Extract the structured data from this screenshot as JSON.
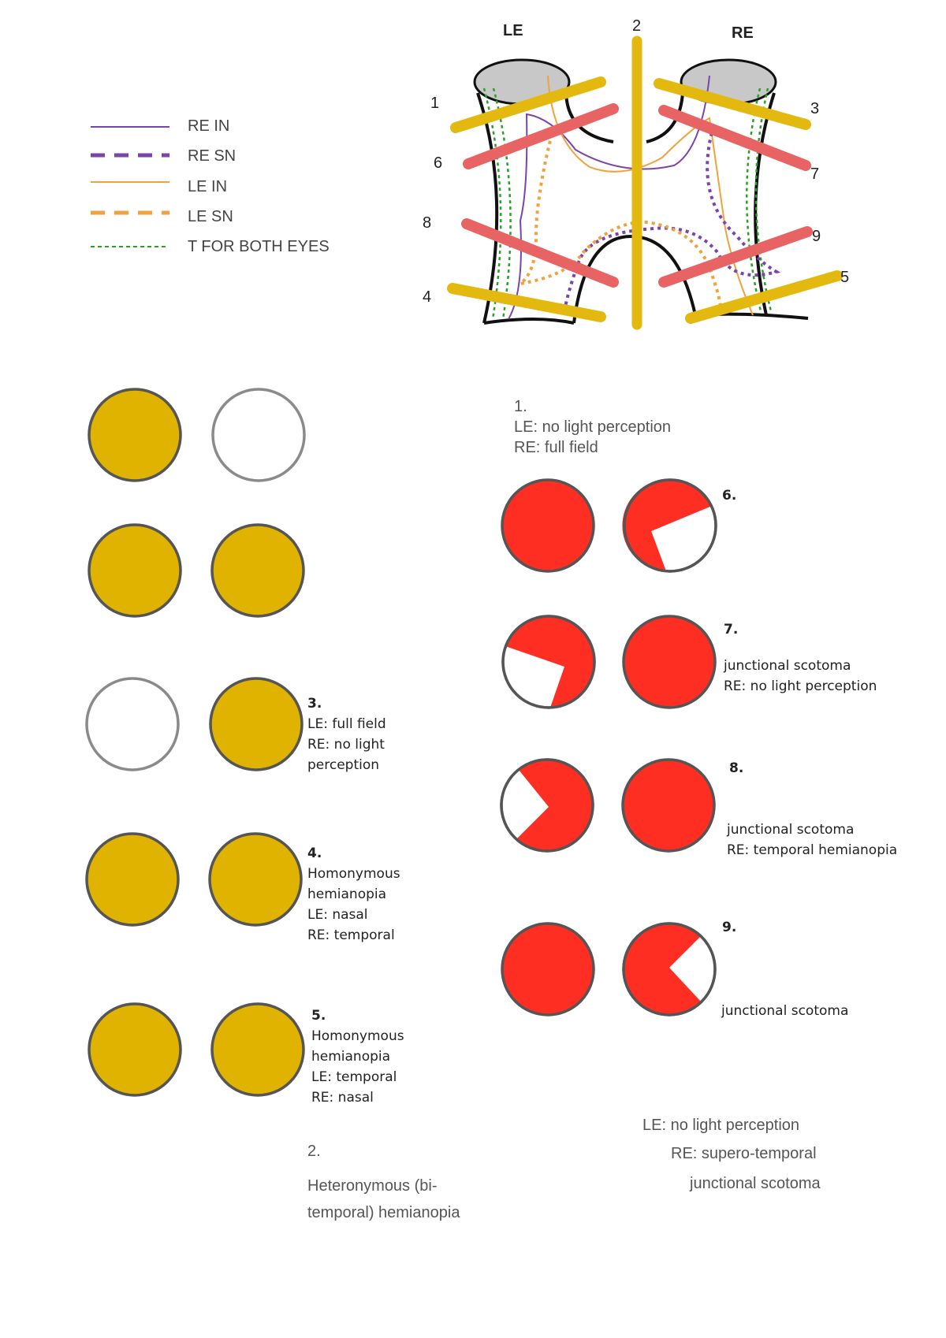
{
  "diagram": {
    "eye_labels": {
      "left": "LE",
      "right": "RE"
    },
    "lesion_numbers": [
      "1",
      "2",
      "3",
      "4",
      "5",
      "6",
      "7",
      "8",
      "9"
    ]
  },
  "legend": [
    {
      "label": "RE IN",
      "color": "#7b44a8",
      "style": "solid-thin"
    },
    {
      "label": "RE SN",
      "color": "#7b44a8",
      "style": "dashed-thick"
    },
    {
      "label": "LE IN",
      "color": "#f0a23c",
      "style": "solid-thin"
    },
    {
      "label": "LE SN",
      "color": "#f0a23c",
      "style": "dashed-thick"
    },
    {
      "label": "T FOR BOTH EYES",
      "color": "#2e9e2e",
      "style": "dotted-thin"
    }
  ],
  "colors": {
    "yellow_field": "#e0b300",
    "red_field": "#ff2e22",
    "lesion_yellow": "#e3b90f",
    "lesion_red": "#e86464"
  },
  "fields": [
    {
      "id": "1",
      "left": "full",
      "right": "none",
      "color": "yellow"
    },
    {
      "id": "2",
      "left": "full",
      "right": "full",
      "color": "yellow"
    },
    {
      "id": "3",
      "left": "none",
      "right": "full",
      "color": "yellow"
    },
    {
      "id": "4",
      "left": "full",
      "right": "full",
      "color": "yellow"
    },
    {
      "id": "5",
      "left": "full",
      "right": "full",
      "color": "yellow"
    },
    {
      "id": "6",
      "left": "full",
      "right": "missing-inferior-temporal-wedge",
      "color": "red"
    },
    {
      "id": "7",
      "left": "missing-inferior-temporal-wedge",
      "right": "full",
      "color": "red"
    },
    {
      "id": "8",
      "left": "missing-temporal-wedge",
      "right": "full",
      "color": "red"
    },
    {
      "id": "9",
      "left": "full",
      "right": "missing-temporal-wedge",
      "color": "red"
    }
  ],
  "captions": {
    "c1": {
      "title": "1.",
      "l1": "LE: no light perception",
      "l2": "RE: full field"
    },
    "c2": {
      "title": "2.",
      "l1": "Heteronymous (bi-",
      "l2": "temporal) hemianopia"
    },
    "c3": {
      "title": "3.",
      "l1": "LE: full field",
      "l2": "RE: no light",
      "l3": "perception"
    },
    "c4": {
      "title": "4.",
      "l1": "Homonymous",
      "l2": "hemianopia",
      "l3": "LE: nasal",
      "l4": "RE: temporal"
    },
    "c5": {
      "title": "5.",
      "l1": "Homonymous",
      "l2": "hemianopia",
      "l3": "LE: temporal",
      "l4": "RE: nasal"
    },
    "c6": {
      "title": "6.",
      "l1": "LE: no light perception",
      "l2": "RE: supero-temporal",
      "l3": "junctional scotoma"
    },
    "c7": {
      "title": "7.",
      "l1": "junctional scotoma",
      "l2": "RE: no light perception"
    },
    "c8": {
      "title": "8.",
      "l1": "junctional scotoma",
      "l2": "RE: temporal hemianopia"
    },
    "c9": {
      "title": "9.",
      "l1": "junctional scotoma"
    }
  }
}
